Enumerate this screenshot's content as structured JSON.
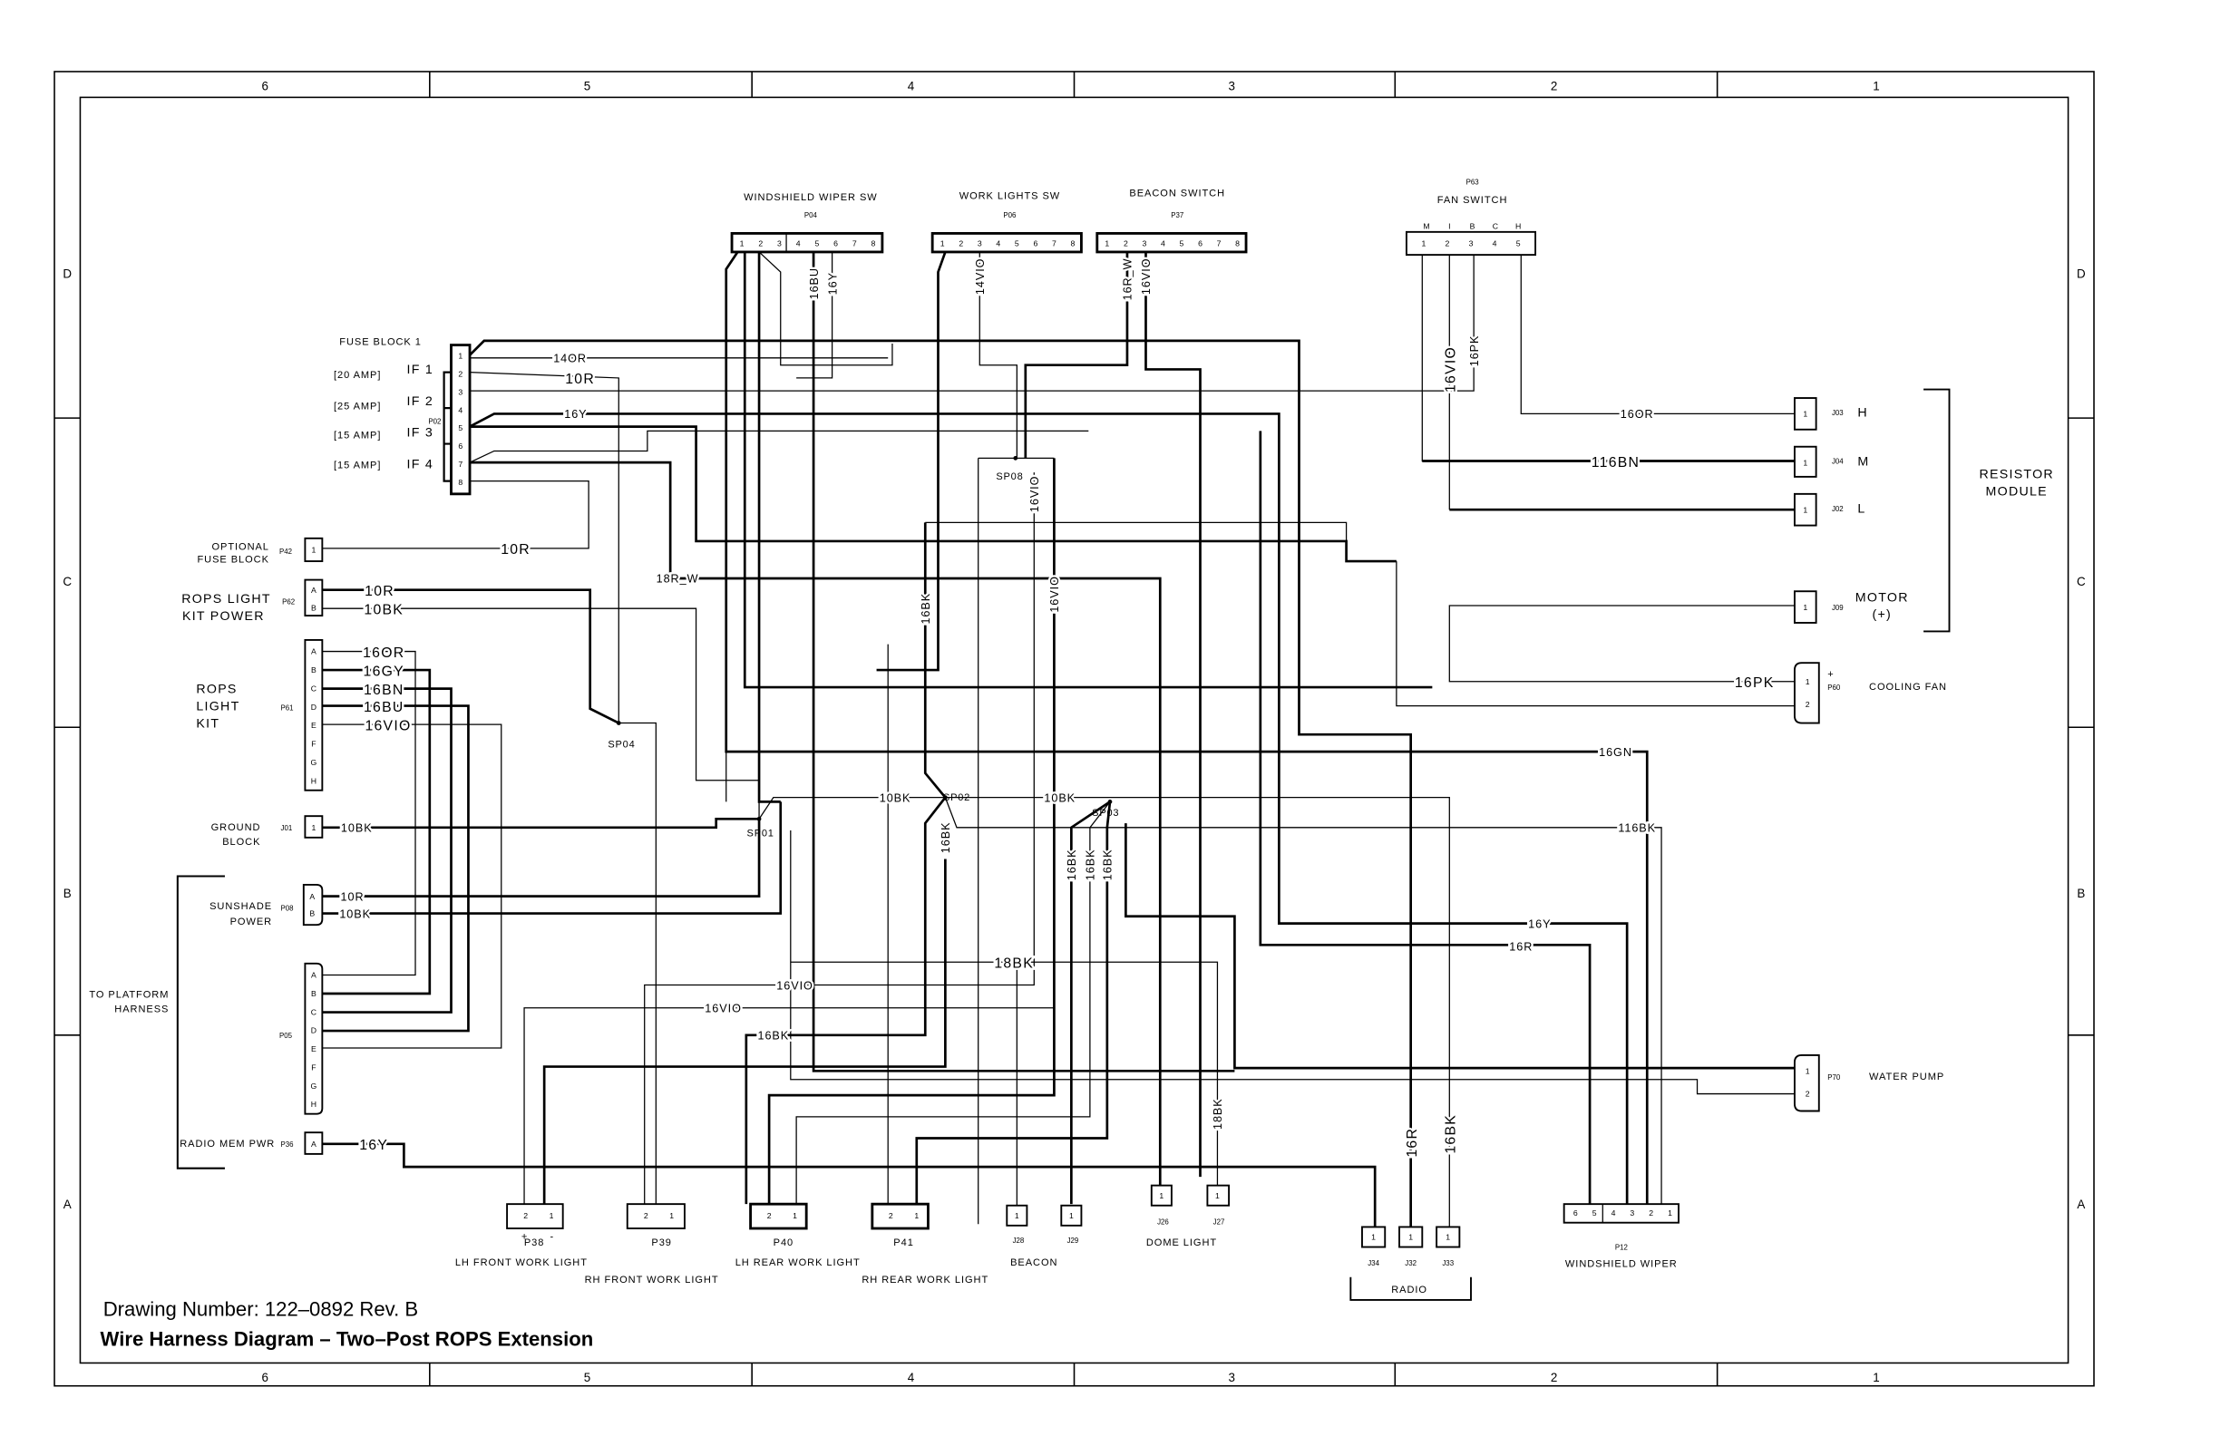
{
  "title_block": {
    "drawing_number": "Drawing Number: 122–0892 Rev. B",
    "title": "Wire Harness Diagram – Two–Post ROPS Extension"
  },
  "grid": {
    "columns": [
      "6",
      "5",
      "4",
      "3",
      "2",
      "1"
    ],
    "rows": [
      "D",
      "C",
      "B",
      "A"
    ]
  },
  "fuse_block": {
    "title": "FUSE BLOCK 1",
    "connector": "P02",
    "pins": [
      "1",
      "2",
      "3",
      "4",
      "5",
      "6",
      "7",
      "8"
    ],
    "fuses": [
      {
        "rating": "[20 AMP]",
        "name": "IF 1"
      },
      {
        "rating": "[25 AMP]",
        "name": "IF 2"
      },
      {
        "rating": "[15 AMP]",
        "name": "IF 3"
      },
      {
        "rating": "[15 AMP]",
        "name": "IF 4"
      }
    ]
  },
  "switches": {
    "wiper": {
      "title": "WINDSHIELD WIPER SW",
      "connector": "P04",
      "pins": [
        "1",
        "2",
        "3",
        "4",
        "5",
        "6",
        "7",
        "8"
      ]
    },
    "work_lights": {
      "title": "WORK LIGHTS SW",
      "connector": "P06",
      "pins": [
        "1",
        "2",
        "3",
        "4",
        "5",
        "6",
        "7",
        "8"
      ]
    },
    "beacon": {
      "title": "BEACON SWITCH",
      "connector": "P37",
      "pins": [
        "1",
        "2",
        "3",
        "4",
        "5",
        "6",
        "7",
        "8"
      ]
    },
    "fan": {
      "title": "FAN SWITCH",
      "connector": "P63",
      "pins": [
        "1",
        "2",
        "3",
        "4",
        "5"
      ],
      "positions": [
        "M",
        "I",
        "B",
        "C",
        "H"
      ]
    }
  },
  "left_connectors": {
    "optional_fuse": {
      "label": [
        "OPTIONAL",
        "FUSE BLOCK"
      ],
      "connector": "P42",
      "pins": [
        "1"
      ]
    },
    "rops_power": {
      "label": [
        "ROPS LIGHT",
        "KIT POWER"
      ],
      "connector": "P62",
      "pins": [
        "A",
        "B"
      ]
    },
    "rops_kit": {
      "label": [
        "ROPS",
        "LIGHT",
        "KIT"
      ],
      "connector": "P61",
      "pins": [
        "A",
        "B",
        "C",
        "D",
        "E",
        "F",
        "G",
        "H"
      ]
    },
    "ground": {
      "label": [
        "GROUND",
        "BLOCK"
      ],
      "connector": "J01",
      "pins": [
        "1"
      ]
    },
    "sunshade": {
      "label": [
        "SUNSHADE",
        "POWER"
      ],
      "connector": "P08",
      "pins": [
        "A",
        "B"
      ]
    },
    "platform": {
      "label": [
        "TO PLATFORM",
        "HARNESS"
      ],
      "connector": "P05",
      "pins": [
        "A",
        "B",
        "C",
        "D",
        "E",
        "F",
        "G",
        "H"
      ]
    },
    "radio_mem": {
      "label": "RADIO MEM PWR",
      "connector": "P36",
      "pins": [
        "A"
      ]
    }
  },
  "bottom_connectors": {
    "p38": {
      "connector": "P38",
      "plus": "+",
      "minus": "-",
      "pins": [
        "2",
        "1"
      ],
      "label": "LH FRONT WORK LIGHT"
    },
    "p39": {
      "connector": "P39",
      "pins": [
        "2",
        "1"
      ],
      "label": "RH FRONT WORK LIGHT"
    },
    "p40": {
      "connector": "P40",
      "pins": [
        "2",
        "1"
      ],
      "label": "LH REAR WORK LIGHT"
    },
    "p41": {
      "connector": "P41",
      "pins": [
        "2",
        "1"
      ],
      "label": "RH REAR WORK LIGHT"
    },
    "beacon": {
      "label": "BEACON",
      "j28": "J28",
      "j29": "J29",
      "pins": [
        "1"
      ]
    },
    "dome": {
      "label": "DOME LIGHT",
      "j26": "J26",
      "j27": "J27",
      "pins": [
        "1"
      ]
    },
    "radio": {
      "label": "RADIO",
      "j34": "J34",
      "j32": "J32",
      "j33": "J33",
      "pins": [
        "1"
      ]
    },
    "p12": {
      "connector": "P12",
      "label": "WINDSHIELD WIPER",
      "pins": [
        "6",
        "5",
        "4",
        "3",
        "2",
        "1"
      ]
    }
  },
  "right_connectors": {
    "j03": {
      "connector": "J03",
      "speed": "H",
      "pins": [
        "1"
      ]
    },
    "j04": {
      "connector": "J04",
      "speed": "M",
      "pins": [
        "1"
      ]
    },
    "j02": {
      "connector": "J02",
      "speed": "L",
      "pins": [
        "1"
      ]
    },
    "j09": {
      "connector": "J09",
      "label": [
        "MOTOR",
        "(+)"
      ],
      "pins": [
        "1"
      ]
    },
    "resistor": {
      "label": [
        "RESISTOR",
        "MODULE"
      ]
    },
    "p60": {
      "connector": "P60",
      "plus": "+",
      "label": "COOLING FAN",
      "pins": [
        "1",
        "2"
      ]
    },
    "p70": {
      "connector": "P70",
      "label": "WATER PUMP",
      "pins": [
        "1",
        "2"
      ]
    }
  },
  "splices": [
    "SP04",
    "SP01",
    "SP02",
    "SP03",
    "SP08"
  ],
  "wire_labels": [
    "14OR",
    "10R",
    "16Y",
    "10R",
    "10R",
    "10BK",
    "16OR",
    "16GY",
    "16BN",
    "16BU",
    "16VIO",
    "18R_W",
    "10BK",
    "10R",
    "10BK",
    "16Y",
    "16BU",
    "16Y",
    "14VIO",
    "16R_W",
    "16VIO",
    "16VIO",
    "16VIO",
    "16BK",
    "10BK",
    "16BK",
    "10BK",
    "16BK",
    "16BK",
    "16BK",
    "18BK",
    "16VIO",
    "16VIO",
    "16BK",
    "18BK",
    "16R",
    "16BK",
    "16GN",
    "116BK",
    "16Y",
    "16R",
    "16VIO",
    "16PK",
    "16OR",
    "116BN",
    "16PK"
  ]
}
